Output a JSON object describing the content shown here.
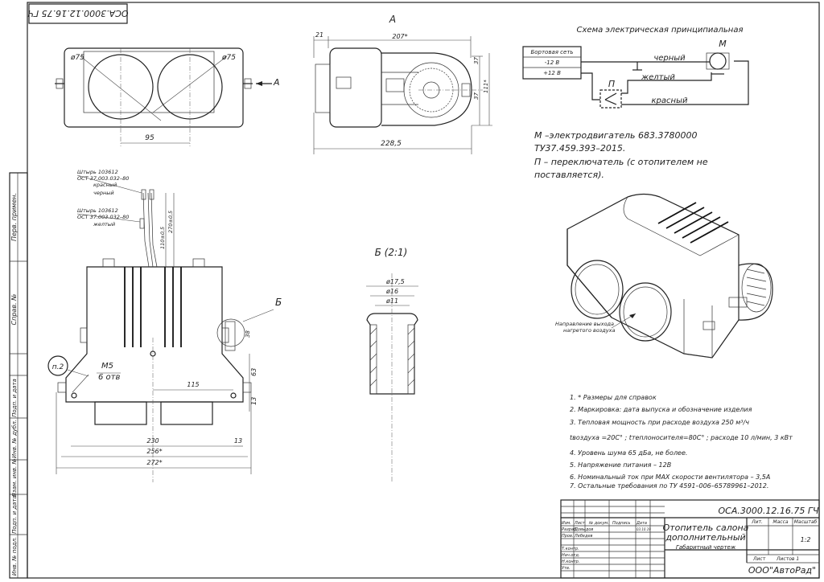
{
  "stamp_top": "ОСА.3000.12.16.75 ГЧ",
  "view_a_label": "А",
  "section_b_label": "Б",
  "section_b_scale_label": "Б (2:1)",
  "front_view": {
    "dia_left": "ø75",
    "dia_right": "ø75",
    "dim_center": "95",
    "arrow_label": "А"
  },
  "top_view": {
    "dim_21": "21",
    "dim_207": "207*",
    "dim_37a": "37",
    "dim_37b": "37",
    "dim_111": "111*",
    "dim_228": "228,5"
  },
  "schematic": {
    "title": "Схема электрическая принципиальная",
    "motor_label": "М",
    "switch_label": "П",
    "net_title": "Бортовая сеть",
    "minus_label": "-12 В",
    "plus_label": "+12 В",
    "wire_black": "черный",
    "wire_yellow": "желтый",
    "wire_red": "красный"
  },
  "legend": {
    "line1": "М –электродвигатель 683.3780000",
    "line2": "ТУ37.459.393–2015.",
    "line3": "П – переключатель (с отопителем не",
    "line4": "поставляется)."
  },
  "side_view": {
    "pin1": "Штырь 103612",
    "ost1": "ОСТ 37.003.032–80",
    "red": "красный",
    "black": "черный",
    "pin2": "Штырь 103612",
    "ost2": "ОСТ 37.003.032–80",
    "yellow": "желтый",
    "dim_110": "110±0,5",
    "dim_270": "270±0,5",
    "callout_p2": "п.2",
    "m5": "М5",
    "bolts": "6 отв",
    "dim_115": "115",
    "dim_63": "63",
    "dim_13v": "13",
    "dim_38": "38",
    "dim_230": "230",
    "dim_13h": "13",
    "dim_256": "256*",
    "dim_272": "272*",
    "callout_b": "Б"
  },
  "section": {
    "d175": "ø17,5",
    "d16": "ø16",
    "d11": "ø11"
  },
  "iso_view": {
    "note1": "Направление выхода",
    "note2": "нагретого воздуха"
  },
  "notes": [
    "1. * Размеры для справок",
    "2. Маркировка: дата выпуска и обозначение изделия",
    "3. Тепловая мощность при расходе воздуха 250 м³/ч",
    "tвоздуха =20С° ; tтеплоносителя=80С° ; расходе 10 л/мин, 3 кВт",
    "4. Уровень шума 65 дБа, не более.",
    "5. Напряжение питания – 12В",
    "6. Номинальный ток при МАХ скорости вентилятора – 3,5А",
    "7. Остальные требования по ТУ 4591–006–65789961–2012."
  ],
  "title_block": {
    "designation": "ОСА.3000.12.16.75 ГЧ",
    "name1": "Отопитель салона",
    "name2": "дополнительный",
    "doc_type": "Габаритный чертеж",
    "lit": "Лит.",
    "mass": "Масса",
    "scale": "Масштаб",
    "scale_val": "1:2",
    "sheet": "Лист",
    "sheets": "Листов 1",
    "company": "ООО\"АвтоРад\"",
    "col_izm": "Изм.",
    "col_list": "Лист",
    "col_doc": "№ докум.",
    "col_sign": "Подпись",
    "col_date": "Дата",
    "razrab": "Разраб.",
    "razrab_name": "Довыдов",
    "date1": "03.10.19",
    "prov": "Пров.",
    "prov_name": "Лебедев",
    "tkontr": "Т.контр.",
    "nkontr_row": "Нач.отд.",
    "nkontr": "Н.контр.",
    "utv": "Утв."
  },
  "side_strip": {
    "perv": "Перв. примен.",
    "sprav": "Справ. №",
    "podp1": "Подп. и дата",
    "inv_dubl": "Инв. № дубл.",
    "vzam": "Взам. инв. №",
    "podp2": "Подп. и дата",
    "inv_podl": "Инв. № подл."
  }
}
